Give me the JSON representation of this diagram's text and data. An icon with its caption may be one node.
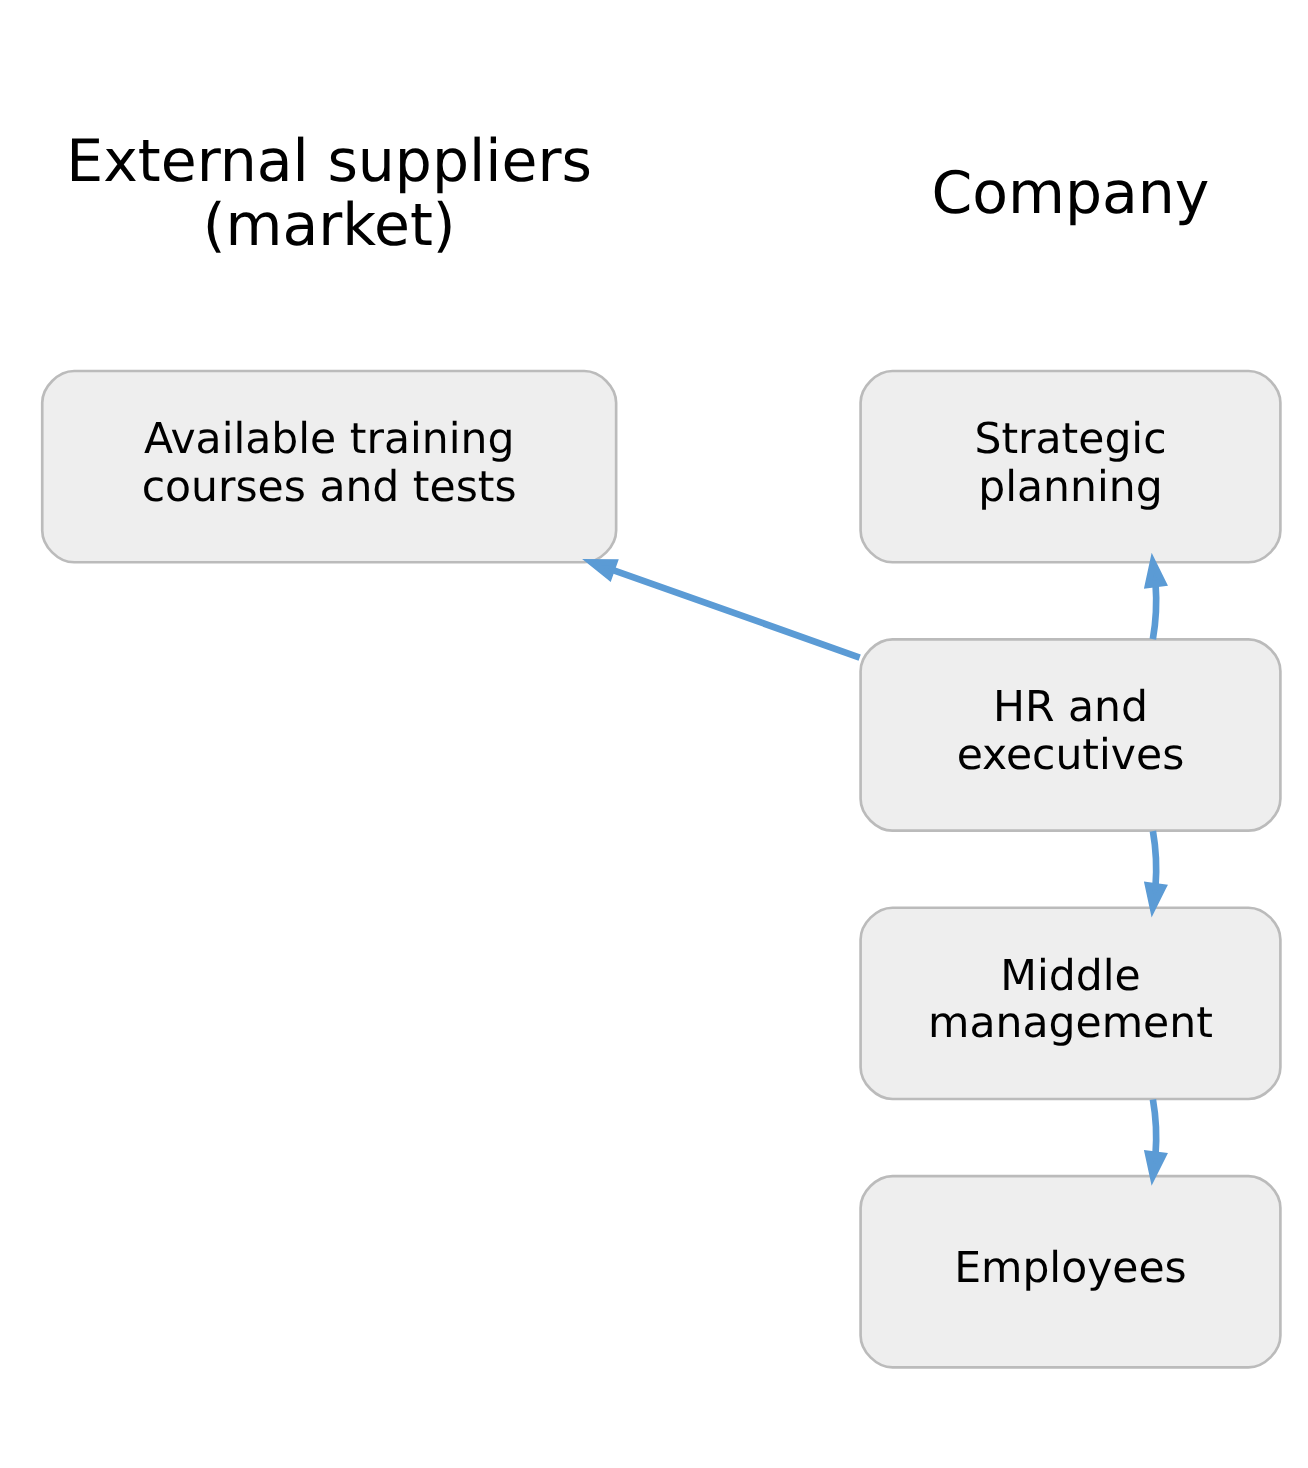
{
  "diagram": {
    "nodes": [
      {
        "text": [
          "Available training courses and tests"
        ]
      },
      {
        "text": [
          "Strategic planning"
        ]
      },
      {
        "text": [
          "HR and executives"
        ]
      },
      {
        "text": [
          "Middle management"
        ]
      },
      {
        "text": [
          "Employees"
        ]
      }
    ],
    "edges": [
      {
        "from": 2,
        "to": 0,
        "arrow": "to"
      },
      {
        "from": 2,
        "to": 1,
        "arrow": "to"
      },
      {
        "from": 2,
        "to": 3,
        "arrow": "to"
      },
      {
        "from": 3,
        "to": 4,
        "arrow": "to"
      }
    ],
    "labels": [
      "External suppliers (market)",
      "Company"
    ]
  }
}
